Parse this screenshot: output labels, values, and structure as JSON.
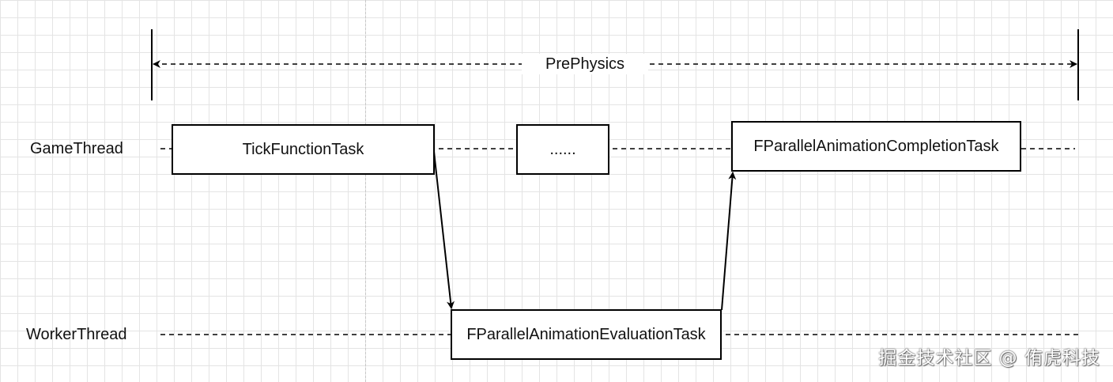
{
  "span": {
    "label": "PrePhysics"
  },
  "lanes": {
    "game_thread": "GameThread",
    "worker_thread": "WorkerThread"
  },
  "tasks": {
    "tick_function": "TickFunctionTask",
    "ellipsis": "......",
    "completion": "FParallelAnimationCompletionTask",
    "evaluation": "FParallelAnimationEvaluationTask"
  },
  "watermark": "掘金技术社区 @ 侑虎科技",
  "colors": {
    "line": "#000000",
    "grid": "#e4e4e4",
    "background": "#ffffff"
  }
}
